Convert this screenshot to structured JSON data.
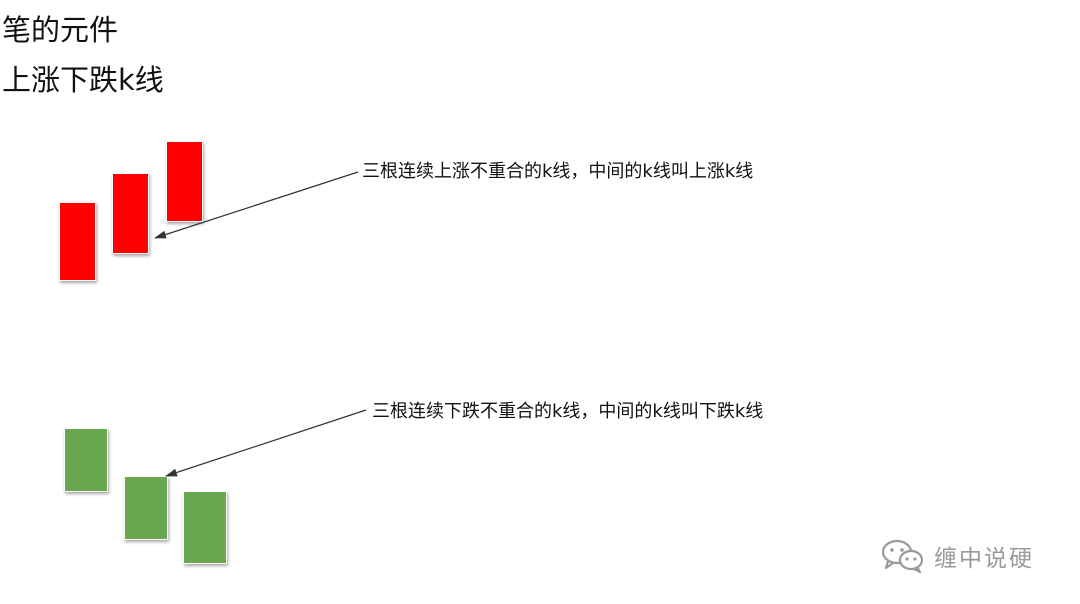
{
  "titles": {
    "line1": "笔的元件",
    "line2": "上涨下跌k线"
  },
  "annotations": {
    "up": "三根连续上涨不重合的k线，中间的k线叫上涨k线",
    "down": "三根连续下跌不重合的k线，中间的k线叫下跌k线"
  },
  "watermark": {
    "text": "缠中说硬",
    "icon": "wechat-icon"
  },
  "colors": {
    "up_candle": "#ff0000",
    "down_candle": "#6aa84f",
    "arrow": "#333333",
    "watermark": "#9a9a9a"
  }
}
